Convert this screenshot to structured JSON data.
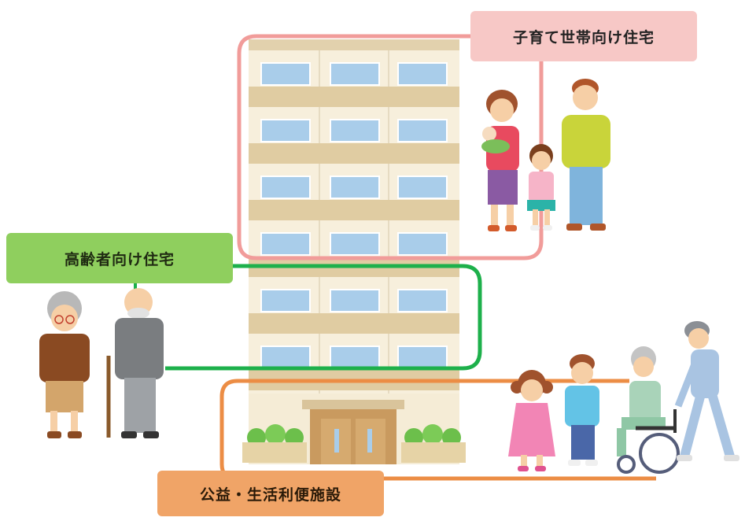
{
  "labels": {
    "family": "子育て世帯向け住宅",
    "senior": "高齢者向け住宅",
    "public": "公益・生活利便施設"
  },
  "colors": {
    "family_line": "#f19c9a",
    "senior_line": "#1db04b",
    "public_line": "#ec8d45",
    "building_wall": "#f7efdc",
    "building_band": "#dfcca5",
    "window": "#a9cdea"
  }
}
